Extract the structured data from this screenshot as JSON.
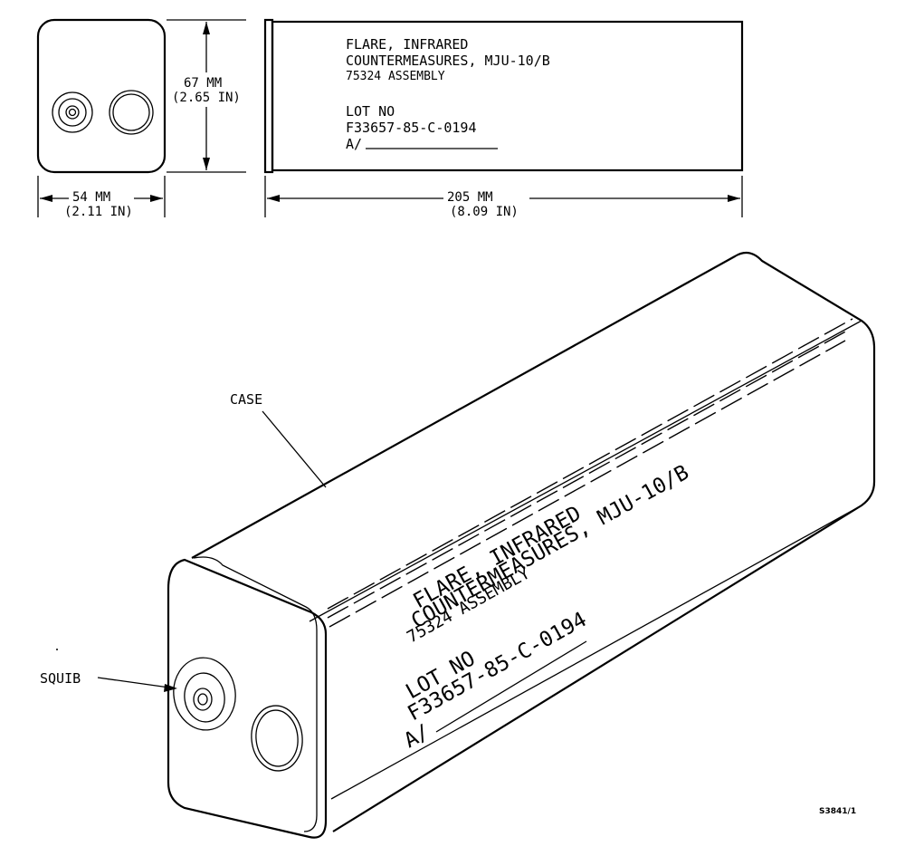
{
  "front_view": {
    "height_mm": "67 MM",
    "height_in": "(2.65 IN)",
    "width_mm": "54 MM",
    "width_in": "(2.11 IN)"
  },
  "side_view": {
    "label_lines": [
      "FLARE, INFRARED",
      "COUNTERMEASURES, MJU-10/B",
      "75324 ASSEMBLY",
      "LOT NO",
      "F33657-85-C-0194",
      "A/"
    ],
    "length_mm": "205 MM",
    "length_in": "(8.09 IN)"
  },
  "iso_view": {
    "callouts": {
      "case": "CASE",
      "squib": "SQUIB"
    },
    "label_lines": [
      "FLARE, INFRARED",
      "COUNTERMEASURES, MJU-10/B",
      "75324 ASSEMBLY",
      "LOT NO",
      "F33657-85-C-0194",
      "A/"
    ]
  },
  "figure_id": "S3841/1"
}
